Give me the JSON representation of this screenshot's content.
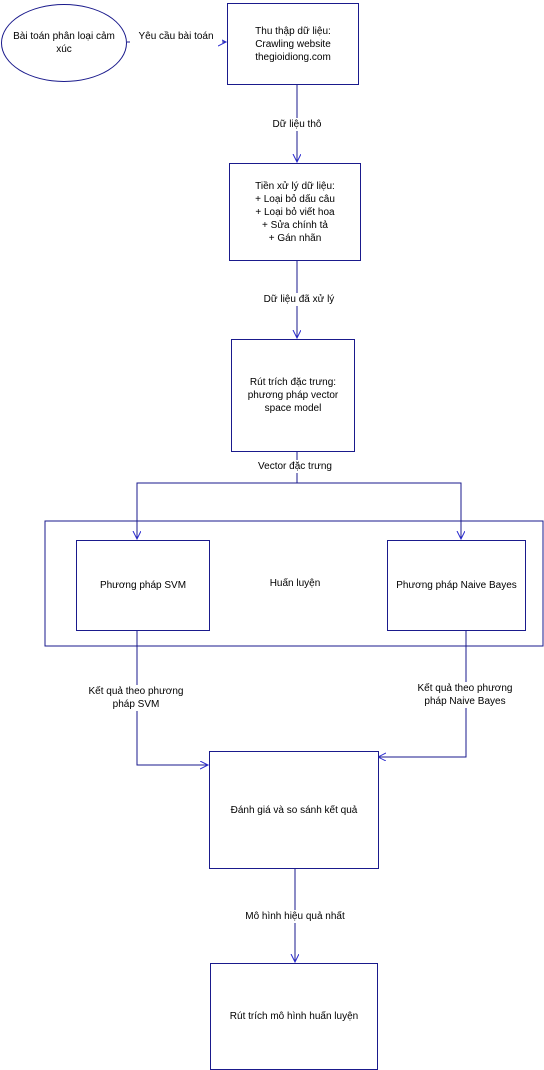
{
  "nodes": {
    "start": "Bài toán phân loại cảm\nxúc",
    "collect": "Thu thập dữ liệu:\nCrawling website\nthegioidiong.com",
    "preprocess": "Tiền xử lý dữ liệu:\n+ Loại bỏ dấu câu\n+ Loại bỏ viết hoa\n+ Sửa chính tả\n+ Gán nhãn",
    "extract": "Rút trích đặc trưng:\nphương pháp vector\nspace model",
    "svm": "Phương pháp SVM",
    "training": "Huấn luyện",
    "naive_bayes": "Phương pháp Naive Bayes",
    "evaluate": "Đánh giá và so sánh kết quả",
    "final": "Rút trích mô hình huấn luyện"
  },
  "edges": {
    "request": "Yêu cầu bài toán",
    "raw_data": "Dữ liệu thô",
    "processed_data": "Dữ liệu đã xử lý",
    "feature_vector": "Vector đặc trưng",
    "svm_result": "Kết quả theo phương\npháp SVM",
    "nb_result": "Kết quả theo phương\npháp Naive Bayes",
    "best_model": "Mô hình hiệu quả nhất"
  },
  "colors": {
    "line": "#1a1a8c",
    "arrow": "#2a2ad0",
    "background": "#ffffff"
  }
}
